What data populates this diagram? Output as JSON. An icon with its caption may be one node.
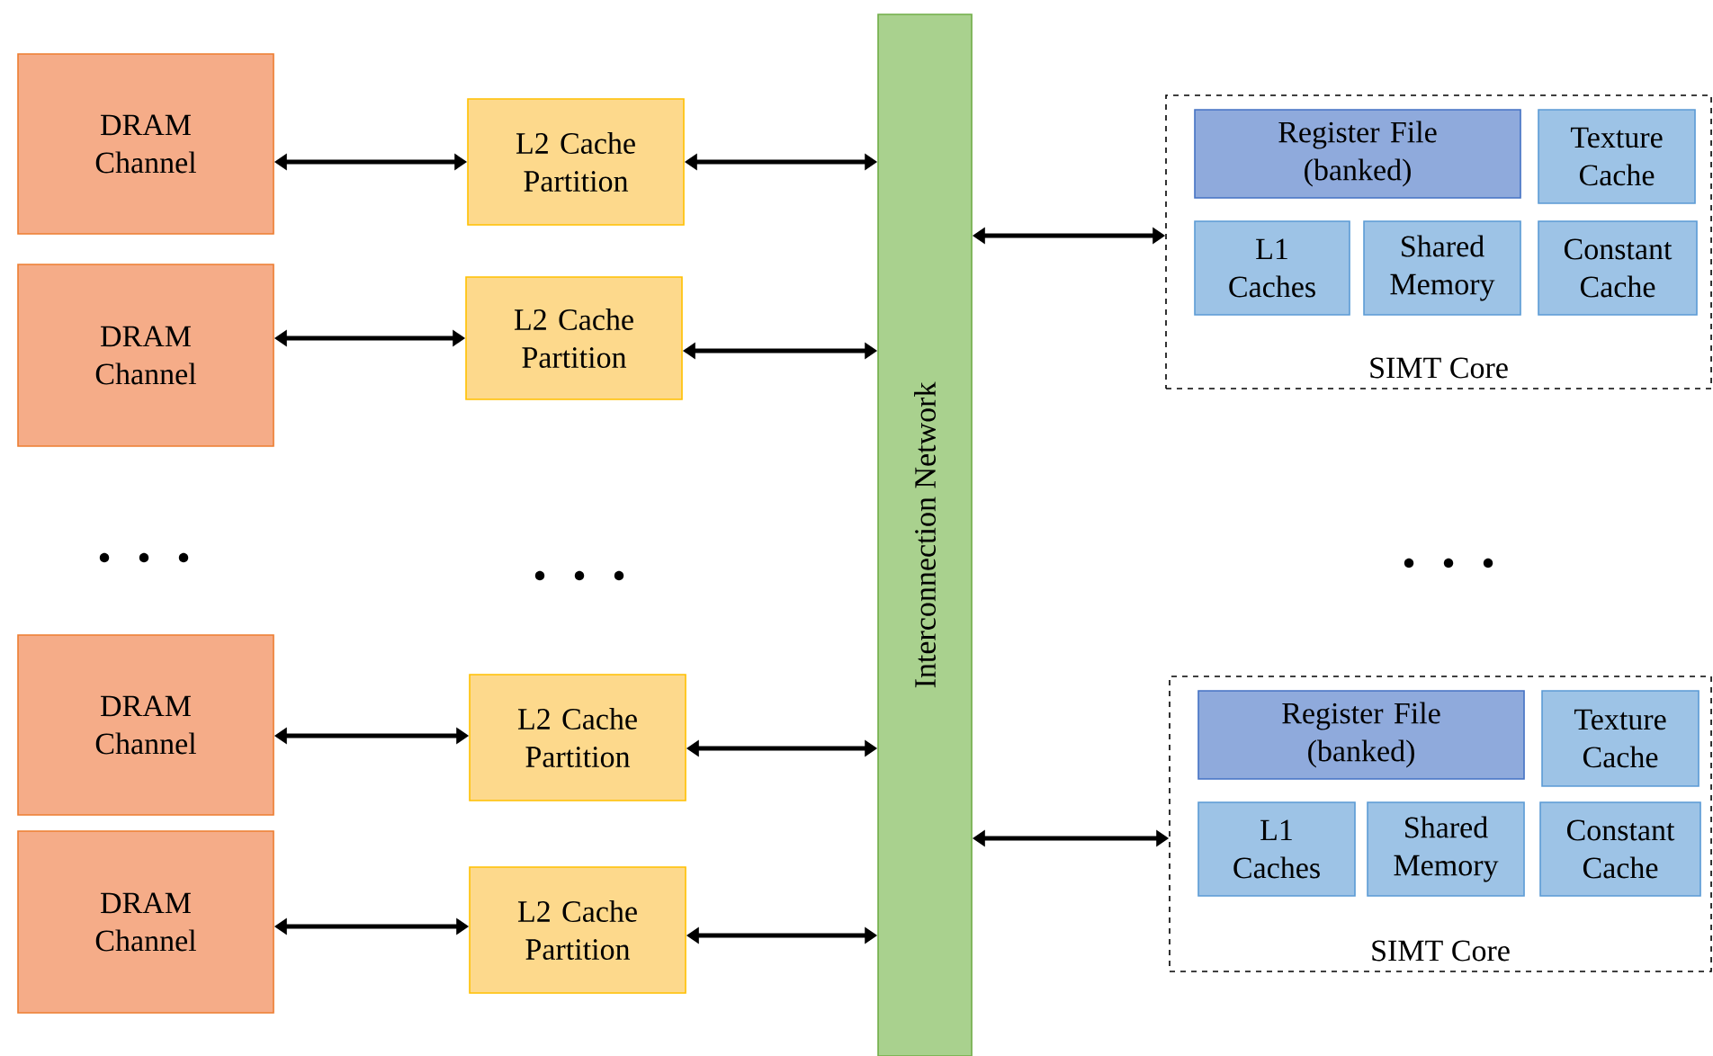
{
  "diagram": {
    "nodes": [
      {
        "text": [
          "DRAM Channel"
        ]
      },
      {
        "text": [
          "L2 Cache Partition"
        ]
      },
      {
        "text": [
          "Interconnection Network"
        ]
      },
      {
        "text": [
          "SIMT Core"
        ]
      },
      {
        "text": [
          "Register File (banked)"
        ],
        "in": 3
      },
      {
        "text": [
          "Texture Cache"
        ],
        "in": 3
      },
      {
        "text": [
          "L1 Caches"
        ],
        "in": 3
      },
      {
        "text": [
          "Shared Memory"
        ],
        "in": 3
      },
      {
        "text": [
          "Constant Cache"
        ],
        "in": 3
      },
      {
        "text": [
          "DRAM Channel"
        ]
      },
      {
        "text": [
          "L2 Cache Partition"
        ]
      },
      {
        "text": [
          "DRAM Channel"
        ]
      },
      {
        "text": [
          "L2 Cache Partition"
        ]
      },
      {
        "text": [
          "SIMT Core"
        ]
      },
      {
        "text": [
          "Register File (banked)"
        ],
        "in": 13
      },
      {
        "text": [
          "Texture Cache"
        ],
        "in": 13
      },
      {
        "text": [
          "L1 Caches"
        ],
        "in": 13
      },
      {
        "text": [
          "Shared Memory"
        ],
        "in": 13
      },
      {
        "text": [
          "Constant Cache"
        ],
        "in": 13
      },
      {
        "text": [
          "DRAM Channel"
        ]
      },
      {
        "text": [
          "L2 Cache Partition"
        ]
      }
    ],
    "edges": [
      {
        "from": 0,
        "to": 1,
        "arrow": "both"
      },
      {
        "from": 1,
        "to": 2,
        "arrow": "both"
      },
      {
        "from": 2,
        "to": 3,
        "arrow": "both"
      },
      {
        "from": 9,
        "to": 10,
        "arrow": "both"
      },
      {
        "from": 10,
        "to": 2,
        "arrow": "both"
      },
      {
        "from": 11,
        "to": 12,
        "arrow": "both"
      },
      {
        "from": 12,
        "to": 2,
        "arrow": "both"
      },
      {
        "from": 2,
        "to": 13,
        "arrow": "both"
      },
      {
        "from": 19,
        "to": 20,
        "arrow": "both"
      },
      {
        "from": 20,
        "to": 2,
        "arrow": "both"
      }
    ]
  }
}
